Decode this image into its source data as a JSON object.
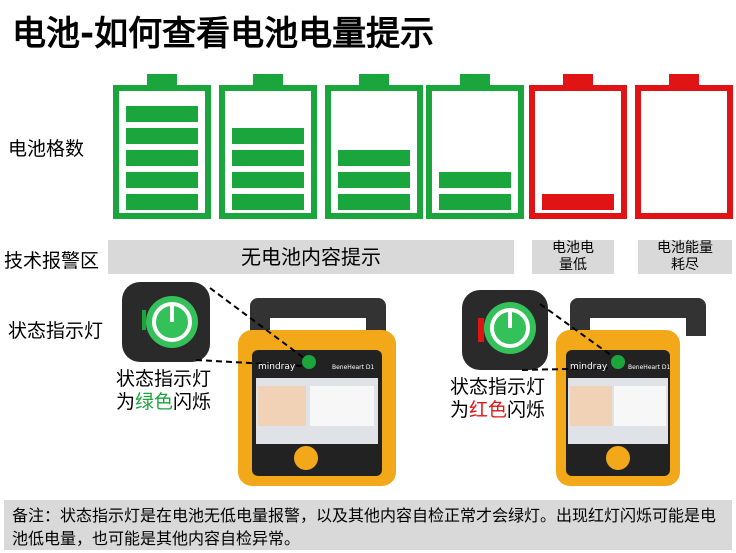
{
  "title": "电池-如何查看电池电量提示",
  "rows": {
    "battery_grid_label": "电池格数",
    "tech_alarm_label": "技术报警区",
    "status_light_label": "状态指示灯"
  },
  "batteries": [
    {
      "filled_bars": 5,
      "color": "#1aa63c"
    },
    {
      "filled_bars": 4,
      "color": "#1aa63c"
    },
    {
      "filled_bars": 3,
      "color": "#1aa63c"
    },
    {
      "filled_bars": 2,
      "color": "#1aa63c"
    },
    {
      "filled_bars": 1,
      "color": "#e01414"
    },
    {
      "filled_bars": 0,
      "color": "#e01414"
    }
  ],
  "alarms": {
    "none": "无电池内容提示",
    "low_line1": "电池电",
    "low_line2": "量低",
    "empty_line1": "电池能量",
    "empty_line2": "耗尽"
  },
  "captions": {
    "green": {
      "line1": "状态指示灯",
      "line2_pre": "为",
      "line2_color": "绿色",
      "line2_post": "闪烁"
    },
    "red": {
      "line1": "状态指示灯",
      "line2_pre": "为",
      "line2_color": "红色",
      "line2_post": "闪烁"
    }
  },
  "device": {
    "brand": "mindray",
    "model": "BeneHeart D1"
  },
  "note": "备注：状态指示灯是在电池无低电量报警，以及其他内容自检正常才会绿灯。出现红灯闪烁可能是电池低电量，也可能是其他内容自检异常。",
  "colors": {
    "green": "#1aa63c",
    "red": "#e01414",
    "device_yellow": "#f3a81a"
  }
}
